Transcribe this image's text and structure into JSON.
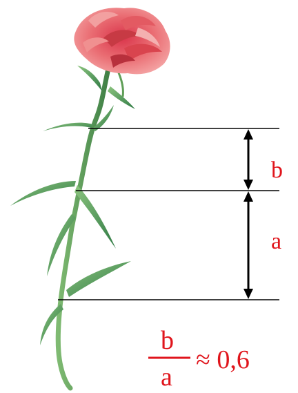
{
  "diagram": {
    "label_b": "b",
    "label_a": "a",
    "formula": {
      "numerator": "b",
      "denominator": "a",
      "relation": "≈ 0,6"
    }
  },
  "colors": {
    "accent_red": "#e0151c",
    "line_black": "#000000",
    "stem_green": "#5f9e57",
    "leaf_green": "#3f8a4d",
    "petal_red": "#e36a6e",
    "petal_dark": "#c73a44"
  },
  "icons": {
    "flower": "carnation-flower-icon"
  }
}
